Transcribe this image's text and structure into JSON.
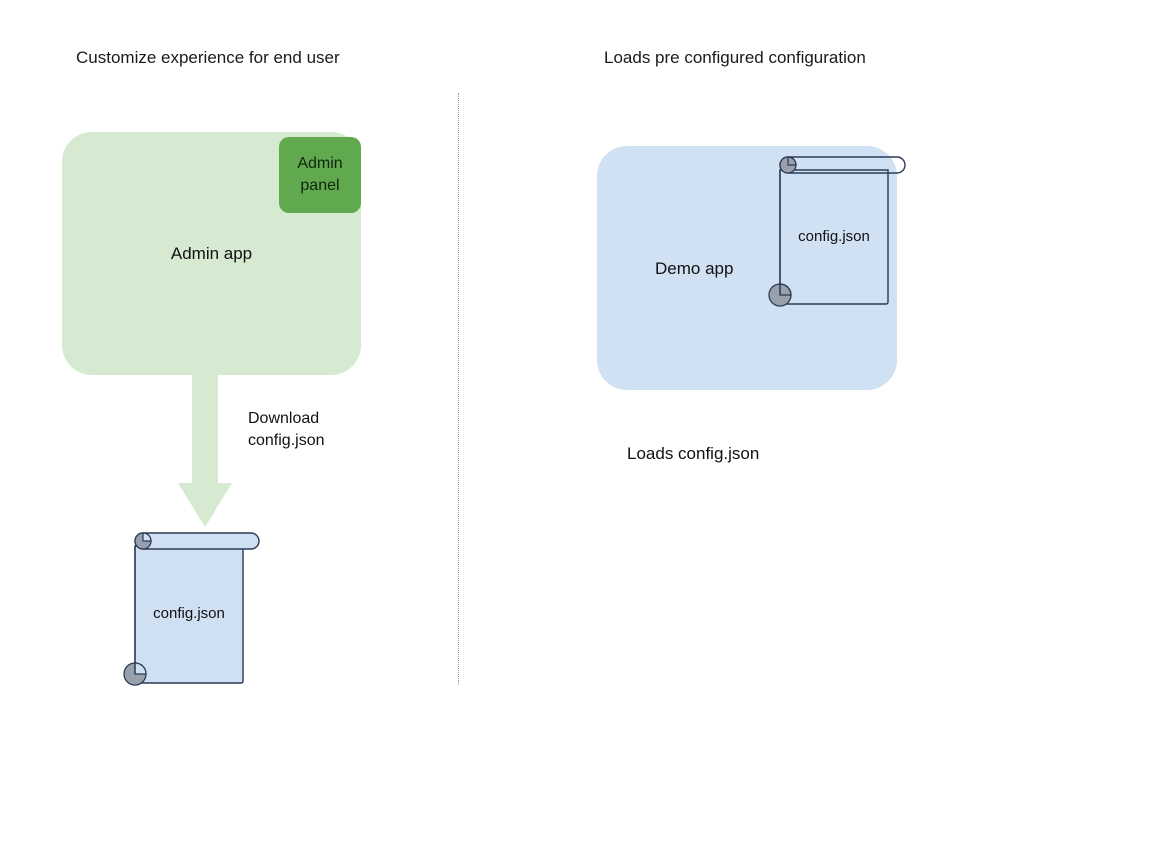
{
  "diagram": {
    "title_left": "Customize experience for end user",
    "title_right": "Loads pre configured configuration",
    "colors": {
      "app_green_fill": "#d5ead0",
      "panel_green_fill": "#60a94f",
      "app_blue_fill": "#d0e1f4",
      "doc_blue_fill": "#cfe0f3",
      "doc_stroke": "#2b3a55",
      "curl_gray": "#98a0ac",
      "arrow_fill": "#d5ead0",
      "divider": "#9a9a9a",
      "text": "#111111"
    }
  },
  "left_panel": {
    "header": "Customize experience for end user",
    "app": {
      "label": "Admin app",
      "panel": {
        "line1": "Admin",
        "line2": "panel"
      }
    },
    "arrow": {
      "label_line1": "Download",
      "label_line2": "config.json"
    },
    "document": {
      "label": "config.json"
    }
  },
  "right_panel": {
    "header": "Loads pre configured configuration",
    "app": {
      "label": "Demo app",
      "document": {
        "label": "config.json"
      }
    },
    "caption": "Loads config.json"
  }
}
